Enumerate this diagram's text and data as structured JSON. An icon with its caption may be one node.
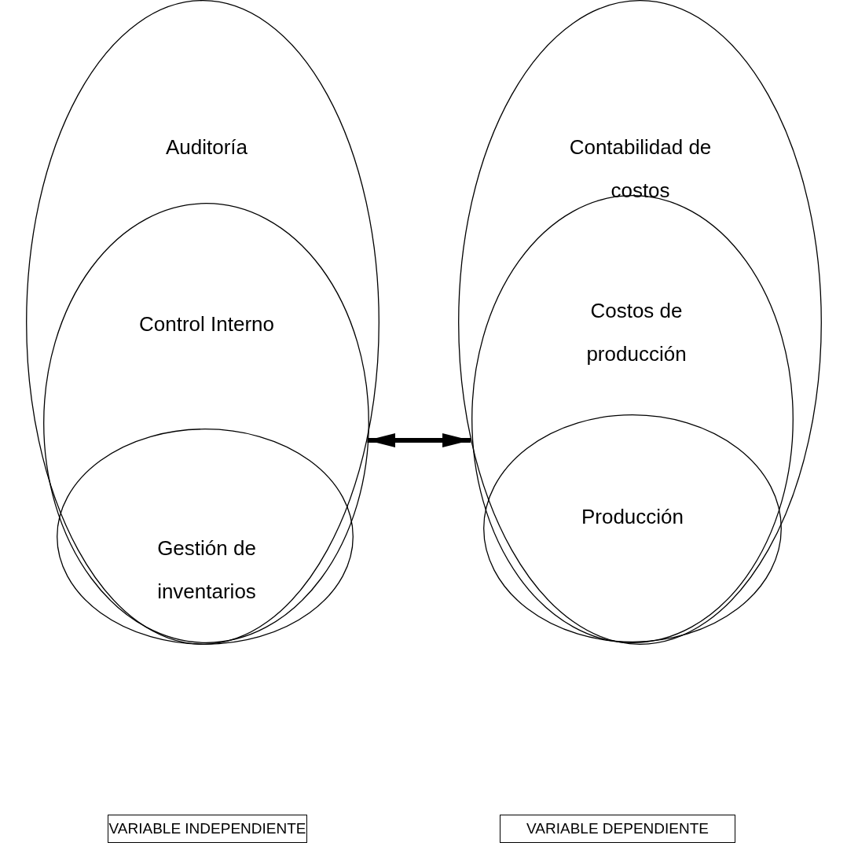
{
  "diagram": {
    "nodes": [
      {
        "text": [
          "Auditoría"
        ]
      },
      {
        "text": [
          "Control Interno"
        ],
        "in": 0
      },
      {
        "text": [
          "Gestión de inventarios"
        ],
        "in": 1
      },
      {
        "text": [
          "Contabilidad de costos"
        ]
      },
      {
        "text": [
          "Costos de producción"
        ],
        "in": 3
      },
      {
        "text": [
          "Producción"
        ],
        "in": 4
      },
      {
        "text": [
          "VARIABLE INDEPENDIENTE"
        ]
      },
      {
        "text": [
          "VARIABLE DEPENDIENTE"
        ]
      }
    ],
    "edges": [
      {
        "from": 0,
        "to": 3,
        "arrow": "both"
      }
    ]
  }
}
